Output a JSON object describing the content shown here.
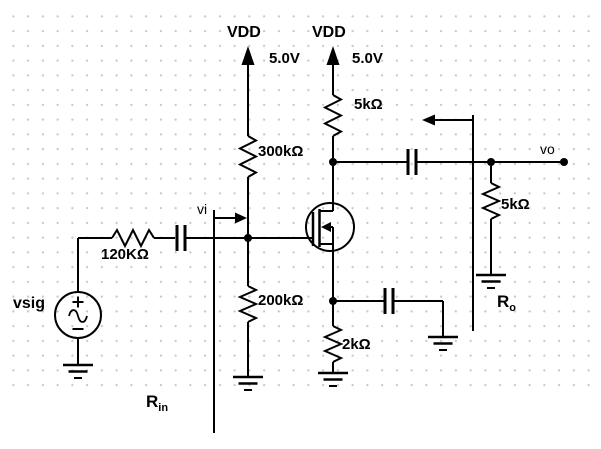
{
  "schematic": {
    "supplies": [
      {
        "label": "VDD",
        "voltage": "5.0V"
      },
      {
        "label": "VDD",
        "voltage": "5.0V"
      }
    ],
    "resistors": {
      "bias_upper": "300kΩ",
      "bias_lower": "200kΩ",
      "drain": "5kΩ",
      "load": "5kΩ",
      "source": "2kΩ",
      "signal": "120KΩ"
    },
    "signal_source": {
      "label": "vsig"
    },
    "node_labels": {
      "input": "vi",
      "output": "vo"
    },
    "port_resistances": {
      "input": {
        "base": "R",
        "sub": "in"
      },
      "output": {
        "base": "R",
        "sub": "o"
      }
    },
    "symbols": [
      "nmos-transistor",
      "ac-source",
      "capacitor",
      "resistor",
      "ground",
      "vdd-arrow"
    ],
    "colors": {
      "wire": "#000000",
      "grid_dot": "#c7c7c7",
      "background": "#ffffff"
    }
  }
}
